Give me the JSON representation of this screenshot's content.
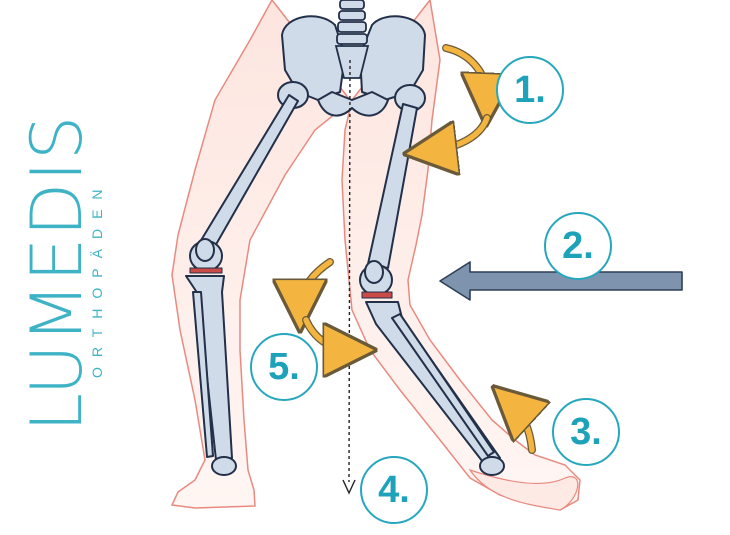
{
  "brand": {
    "name": "LUMEDIS",
    "tagline": "ORTHOPÄDEN"
  },
  "markers": [
    {
      "id": "m1",
      "label": "1."
    },
    {
      "id": "m2",
      "label": "2."
    },
    {
      "id": "m3",
      "label": "3."
    },
    {
      "id": "m4",
      "label": "4."
    },
    {
      "id": "m5",
      "label": "5."
    }
  ],
  "colors": {
    "brand_teal": "#26a7bd",
    "bone": "#cfdbe9",
    "skin": "#fde5df",
    "skin_outline": "#e98a80",
    "arrow_orange": "#f3b53f",
    "force_arrow": "#7d93ae"
  }
}
